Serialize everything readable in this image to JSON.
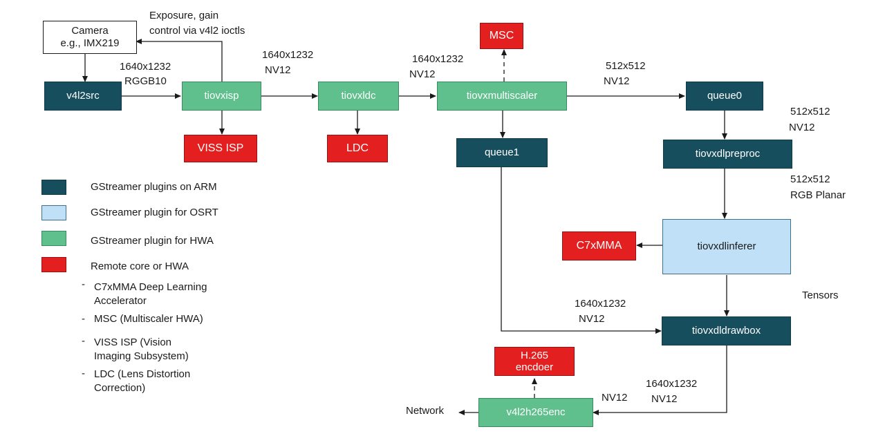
{
  "nodes": {
    "camera": "Camera\ne.g., IMX219",
    "v4l2src": "v4l2src",
    "tiovxisp": "tiovxisp",
    "viss_isp": "VISS ISP",
    "tiovxldc": "tiovxldc",
    "ldc": "LDC",
    "msc": "MSC",
    "tiovxmultiscaler": "tiovxmultiscaler",
    "queue1": "queue1",
    "queue0": "queue0",
    "tiovxdlpreproc": "tiovxdlpreproc",
    "tiovxdlinferer": "tiovxdlinferer",
    "c7xmma": "C7xMMA",
    "tiovxdldrawbox": "tiovxdldrawbox",
    "h265": "H.265\nencdoer",
    "v4l2h265enc": "v4l2h265enc",
    "network": "Network"
  },
  "labels": {
    "exposure": "Exposure, gain\ncontrol via v4l2 ioctls",
    "src_fmt_size": "1640x1232",
    "src_fmt_type": "RGGB10",
    "isp_out_size": "1640x1232",
    "isp_out_type": "NV12",
    "ldc_out_size": "1640x1232",
    "ldc_out_type": "NV12",
    "msc_out_size": "512x512",
    "msc_out_type": "NV12",
    "q0_out_size": "512x512",
    "q0_out_type": "NV12",
    "pre_out_size": "512x512",
    "pre_out_type": "RGB Planar",
    "tensors": "Tensors",
    "q1_out_size": "1640x1232",
    "q1_out_type": "NV12",
    "draw_out_size": "1640x1232",
    "draw_out_type": "NV12",
    "enc_in_type": "NV12"
  },
  "legend": [
    {
      "label": "GStreamer plugins on ARM",
      "color": "#174e5e"
    },
    {
      "label": "GStreamer plugin for OSRT",
      "color": "#bfe0f7"
    },
    {
      "label": "GStreamer plugin for HWA",
      "color": "#5fc08d"
    },
    {
      "label": "Remote core or HWA",
      "color": "#e41f1f"
    }
  ],
  "notes": [
    "C7xMMA Deep Learning\nAccelerator",
    "MSC (Multiscaler HWA)",
    "VISS ISP (Vision\nImaging Subsystem)",
    "LDC (Lens Distortion\nCorrection)"
  ],
  "note_dash": "-"
}
